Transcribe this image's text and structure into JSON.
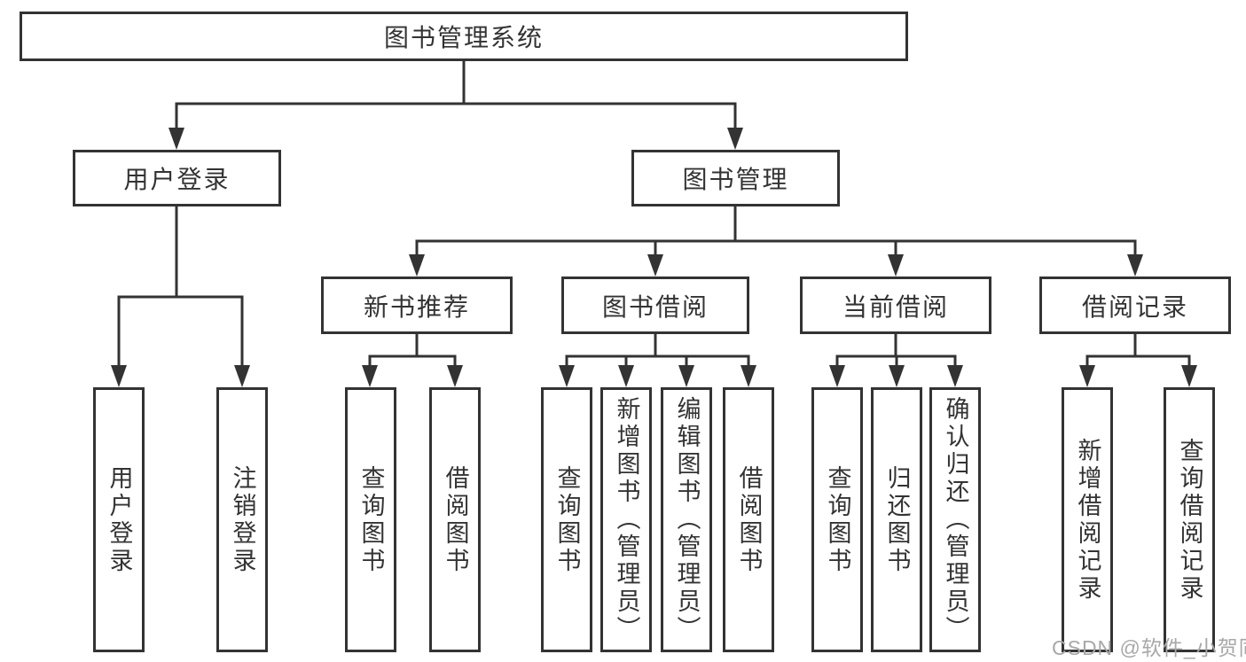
{
  "title": "图书管理系统",
  "tree": {
    "root": {
      "label": "图书管理系统"
    },
    "level2": [
      {
        "id": "user-login",
        "label": "用户登录"
      },
      {
        "id": "book-management",
        "label": "图书管理"
      }
    ],
    "level3": [
      {
        "id": "new-book-recommend",
        "label": "新书推荐"
      },
      {
        "id": "book-borrow",
        "label": "图书借阅"
      },
      {
        "id": "current-borrow",
        "label": "当前借阅"
      },
      {
        "id": "borrow-records",
        "label": "借阅记录"
      }
    ],
    "leaves": {
      "user_login": [
        {
          "label": "用户登录"
        },
        {
          "label": "注销登录"
        }
      ],
      "new_book_recommend": [
        {
          "label": "查询图书"
        },
        {
          "label": "借阅图书"
        }
      ],
      "book_borrow": [
        {
          "label": "查询图书"
        },
        {
          "label": "新增图书（管理员）"
        },
        {
          "label": "编辑图书（管理员）"
        },
        {
          "label": "借阅图书"
        }
      ],
      "current_borrow": [
        {
          "label": "查询图书"
        },
        {
          "label": "归还图书"
        },
        {
          "label": "确认归还（管理员）"
        }
      ],
      "borrow_records": [
        {
          "label": "新增借阅记录"
        },
        {
          "label": "查询借阅记录"
        }
      ]
    }
  },
  "watermark": {
    "text": "CSDN @软件_小贺同学"
  },
  "colors": {
    "line": "#333333",
    "text": "#333333",
    "background": "#ffffff",
    "watermark": "#a8a8a8"
  }
}
